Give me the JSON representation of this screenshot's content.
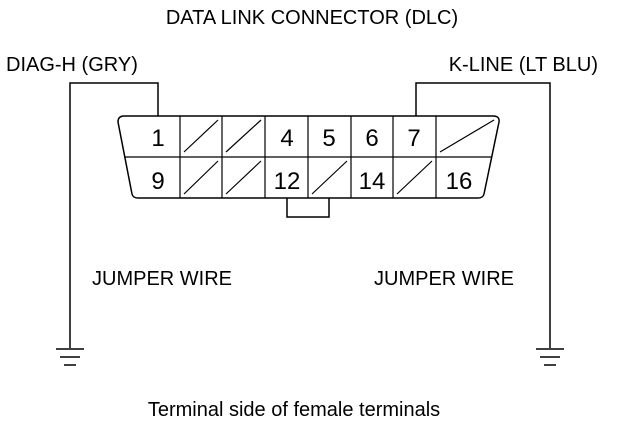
{
  "title": "DATA LINK CONNECTOR (DLC)",
  "caption": "Terminal side of female terminals",
  "left_wire": {
    "label": "DIAG-H (GRY)",
    "jumper_label": "JUMPER WIRE",
    "ground_icon": "ground-icon"
  },
  "right_wire": {
    "label": "K-LINE (LT BLU)",
    "jumper_label": "JUMPER WIRE",
    "ground_icon": "ground-icon"
  },
  "connector": {
    "top_row": [
      "1",
      "",
      "",
      "4",
      "5",
      "6",
      "7",
      ""
    ],
    "bottom_row": [
      "9",
      "",
      "",
      "12",
      "",
      "14",
      "",
      "16"
    ]
  }
}
